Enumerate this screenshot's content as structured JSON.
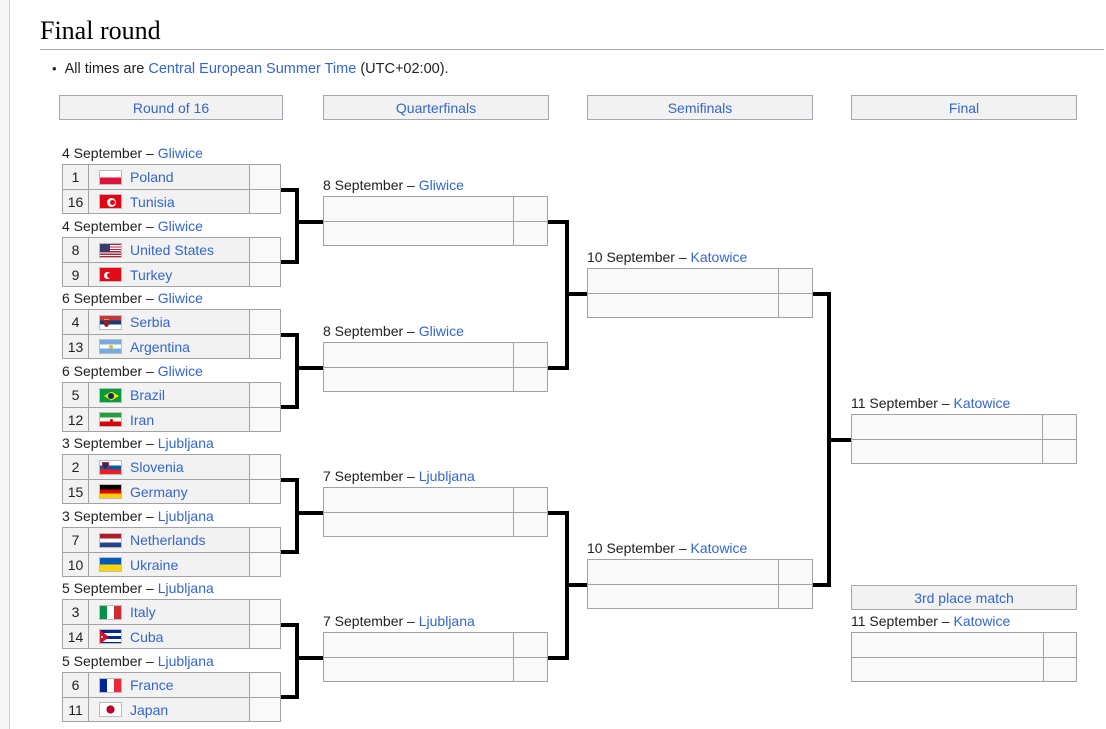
{
  "page": {
    "title": "Final round",
    "note": {
      "prefix": "All times are ",
      "link_text": "Central European Summer Time",
      "suffix": " (UTC+02:00)."
    }
  },
  "colors": {
    "link_blue": "#3366cc",
    "table_border": "#a2a2a2",
    "filled_cell_bg": "#f2f2f2",
    "empty_cell_bg": "#f9f9f9",
    "connector_black": "#000000",
    "content_border_blue": "#a7d7f9"
  },
  "round_headers": [
    "Round of 16",
    "Quarterfinals",
    "Semifinals",
    "Final"
  ],
  "third_place_header": "3rd place match",
  "rounds": {
    "round_of_16": [
      {
        "date_label": "4 September –",
        "city": "Gliwice",
        "top": {
          "seed": "1",
          "team": "Poland",
          "flag": "pl",
          "score": ""
        },
        "bottom": {
          "seed": "16",
          "team": "Tunisia",
          "flag": "tn",
          "score": ""
        }
      },
      {
        "date_label": "4 September –",
        "city": "Gliwice",
        "top": {
          "seed": "8",
          "team": "United States",
          "flag": "us",
          "score": ""
        },
        "bottom": {
          "seed": "9",
          "team": "Turkey",
          "flag": "tr",
          "score": ""
        }
      },
      {
        "date_label": "6 September –",
        "city": "Gliwice",
        "top": {
          "seed": "4",
          "team": "Serbia",
          "flag": "rs",
          "score": ""
        },
        "bottom": {
          "seed": "13",
          "team": "Argentina",
          "flag": "ar",
          "score": ""
        }
      },
      {
        "date_label": "6 September –",
        "city": "Gliwice",
        "top": {
          "seed": "5",
          "team": "Brazil",
          "flag": "br",
          "score": ""
        },
        "bottom": {
          "seed": "12",
          "team": "Iran",
          "flag": "ir",
          "score": ""
        }
      },
      {
        "date_label": "3 September –",
        "city": "Ljubljana",
        "top": {
          "seed": "2",
          "team": "Slovenia",
          "flag": "si",
          "score": ""
        },
        "bottom": {
          "seed": "15",
          "team": "Germany",
          "flag": "de",
          "score": ""
        }
      },
      {
        "date_label": "3 September –",
        "city": "Ljubljana",
        "top": {
          "seed": "7",
          "team": "Netherlands",
          "flag": "nl",
          "score": ""
        },
        "bottom": {
          "seed": "10",
          "team": "Ukraine",
          "flag": "ua",
          "score": ""
        }
      },
      {
        "date_label": "5 September –",
        "city": "Ljubljana",
        "top": {
          "seed": "3",
          "team": "Italy",
          "flag": "it",
          "score": ""
        },
        "bottom": {
          "seed": "14",
          "team": "Cuba",
          "flag": "cu",
          "score": ""
        }
      },
      {
        "date_label": "5 September –",
        "city": "Ljubljana",
        "top": {
          "seed": "6",
          "team": "France",
          "flag": "fr",
          "score": ""
        },
        "bottom": {
          "seed": "11",
          "team": "Japan",
          "flag": "jp",
          "score": ""
        }
      }
    ],
    "quarterfinals": [
      {
        "date_label": "8 September –",
        "city": "Gliwice",
        "top": {
          "team": "",
          "score": ""
        },
        "bottom": {
          "team": "",
          "score": ""
        }
      },
      {
        "date_label": "8 September –",
        "city": "Gliwice",
        "top": {
          "team": "",
          "score": ""
        },
        "bottom": {
          "team": "",
          "score": ""
        }
      },
      {
        "date_label": "7 September –",
        "city": "Ljubljana",
        "top": {
          "team": "",
          "score": ""
        },
        "bottom": {
          "team": "",
          "score": ""
        }
      },
      {
        "date_label": "7 September –",
        "city": "Ljubljana",
        "top": {
          "team": "",
          "score": ""
        },
        "bottom": {
          "team": "",
          "score": ""
        }
      }
    ],
    "semifinals": [
      {
        "date_label": "10 September –",
        "city": "Katowice",
        "top": {
          "team": "",
          "score": ""
        },
        "bottom": {
          "team": "",
          "score": ""
        }
      },
      {
        "date_label": "10 September –",
        "city": "Katowice",
        "top": {
          "team": "",
          "score": ""
        },
        "bottom": {
          "team": "",
          "score": ""
        }
      }
    ],
    "final": [
      {
        "date_label": "11 September –",
        "city": "Katowice",
        "top": {
          "team": "",
          "score": ""
        },
        "bottom": {
          "team": "",
          "score": ""
        }
      }
    ],
    "third_place": [
      {
        "date_label": "11 September –",
        "city": "Katowice",
        "top": {
          "team": "",
          "score": ""
        },
        "bottom": {
          "team": "",
          "score": ""
        }
      }
    ]
  }
}
